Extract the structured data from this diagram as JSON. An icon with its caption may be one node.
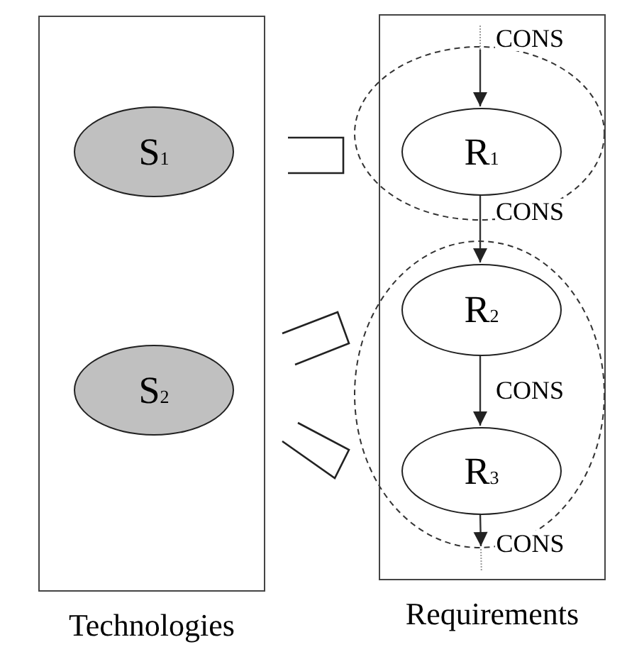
{
  "diagram": {
    "nodes": [
      {
        "text": [
          "Technologies"
        ]
      },
      {
        "text": [
          "S$_{1}$"
        ],
        "in": 0
      },
      {
        "text": [
          "S$_{2}$"
        ],
        "in": 0
      },
      {
        "text": [
          "Requirements"
        ]
      },
      {
        "text": [
          "R$_{1}$"
        ],
        "in": 3
      },
      {
        "text": [
          "R$_{2}$"
        ],
        "in": 3
      },
      {
        "text": [
          "R$_{3}$"
        ],
        "in": 3
      }
    ],
    "edges": [
      {
        "from": null,
        "to": 4,
        "arrow": "to",
        "label": "CONS"
      },
      {
        "from": 4,
        "to": 5,
        "arrow": "to",
        "label": "CONS"
      },
      {
        "from": 5,
        "to": 6,
        "arrow": "to",
        "label": "CONS"
      },
      {
        "from": 6,
        "to": null,
        "arrow": "to",
        "label": "CONS"
      }
    ]
  }
}
